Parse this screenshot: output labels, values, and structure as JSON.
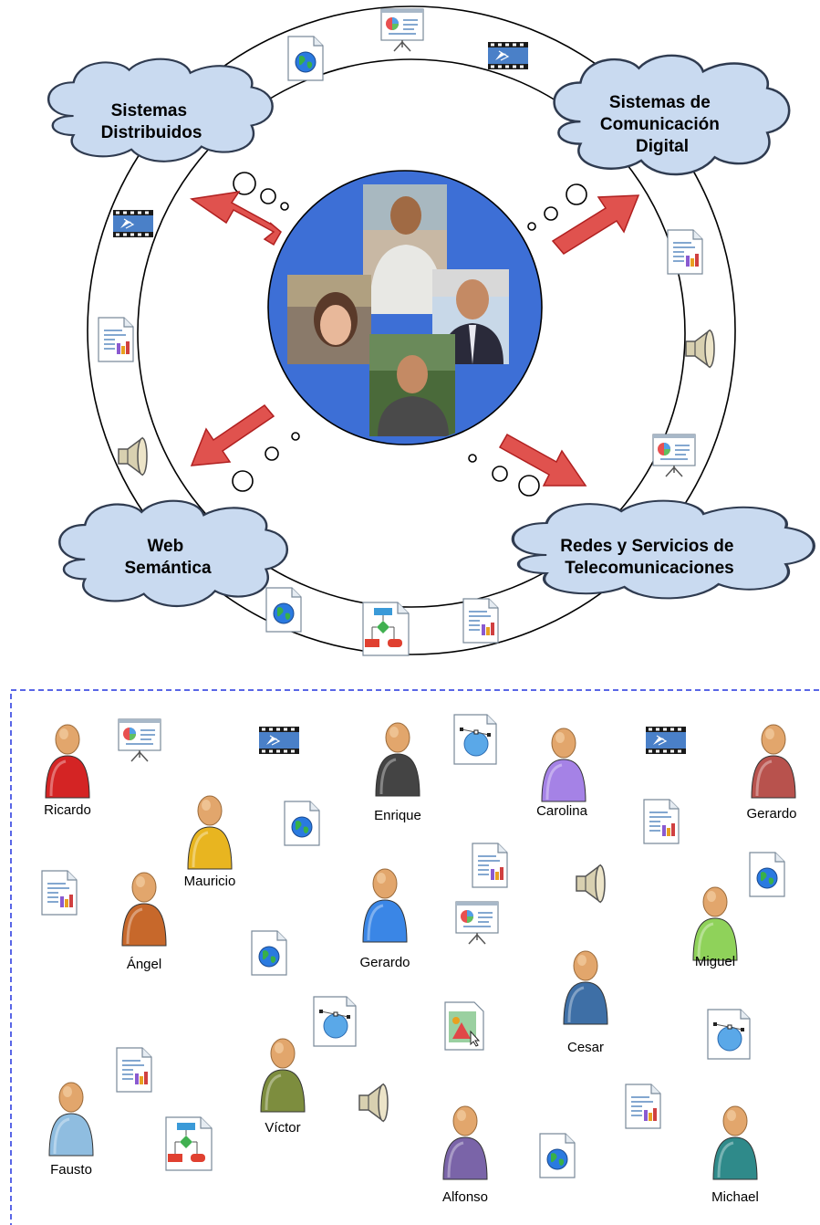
{
  "clouds": {
    "top_left": {
      "lines": [
        "Sistemas",
        "Distribuidos"
      ]
    },
    "top_right": {
      "lines": [
        "Sistemas de",
        "Comunicación",
        "Digital"
      ]
    },
    "bottom_left": {
      "lines": [
        "Web",
        "Semántica"
      ]
    },
    "bottom_right": {
      "lines": [
        "Redes y Servicios de",
        "Telecomunicaciones"
      ]
    }
  },
  "center": {
    "photos": 4,
    "background_color": "#3d6fd6"
  },
  "colors": {
    "ring": "#000000",
    "cloud_fill": "#c9daf0",
    "cloud_stroke": "#2f3b50",
    "arrow_fill": "#e0524e",
    "arrow_stroke": "#b02020",
    "dashed_border": "#2233dd"
  },
  "people": [
    {
      "name": "Ricardo",
      "shirt": "#d42424"
    },
    {
      "name": "Mauricio",
      "shirt": "#e8b520"
    },
    {
      "name": "Enrique",
      "shirt": "#444444"
    },
    {
      "name": "Carolina",
      "shirt": "#a582e6"
    },
    {
      "name": "Gerardo",
      "shirt": "#b8524d"
    },
    {
      "name": "Ángel",
      "shirt": "#c7682b"
    },
    {
      "name": "Gerardo",
      "shirt": "#3a86e6"
    },
    {
      "name": "Miguel",
      "shirt": "#8fd25a"
    },
    {
      "name": "Cesar",
      "shirt": "#3e6fa6"
    },
    {
      "name": "Víctor",
      "shirt": "#7d8d3e"
    },
    {
      "name": "Fausto",
      "shirt": "#8fbde0"
    },
    {
      "name": "Alfonso",
      "shirt": "#7a64a8"
    },
    {
      "name": "Michael",
      "shirt": "#2f8a8a"
    }
  ]
}
